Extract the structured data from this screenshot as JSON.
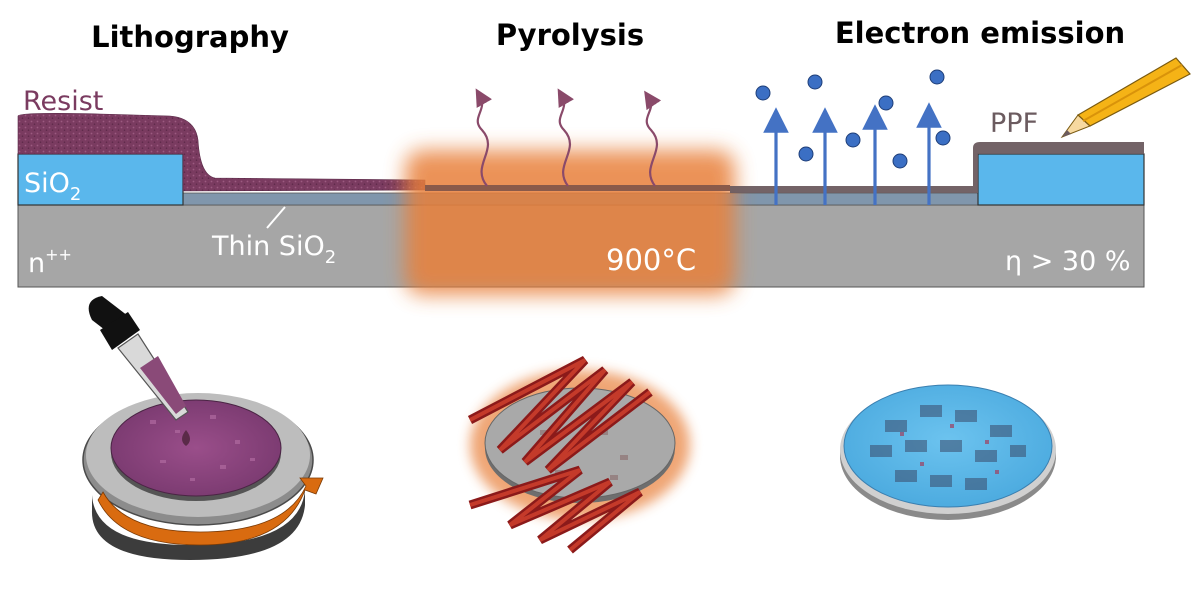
{
  "steps": [
    {
      "title": "Lithography"
    },
    {
      "title": "Pyrolysis"
    },
    {
      "title": "Electron emission"
    }
  ],
  "labels": {
    "resist": "Resist",
    "sio2_main": "SiO",
    "sio2_sub": "2",
    "thin_prefix": "Thin SiO",
    "thin_sub": "2",
    "n_main": "n",
    "n_sup": "++",
    "temperature": "900°C",
    "ppf": "PPF",
    "efficiency": "η > 30 %"
  },
  "colors": {
    "resist": "#7a3b60",
    "sio2": "#5ab7ec",
    "substrate": "#a6a6a6",
    "thin_oxide": "#8096ac",
    "heat": "#e8803b",
    "arrows": "#4472c4",
    "electrons": "#3b6fc4",
    "ppf": "#6b5b5f",
    "turntable_arrow": "#d96b10",
    "heater_coil": "#8b1a1a",
    "pen": "#f5b316"
  },
  "icons": [
    "dropper-icon",
    "spin-coater-icon",
    "heater-coil-icon",
    "wafer-icon",
    "pen-icon"
  ]
}
